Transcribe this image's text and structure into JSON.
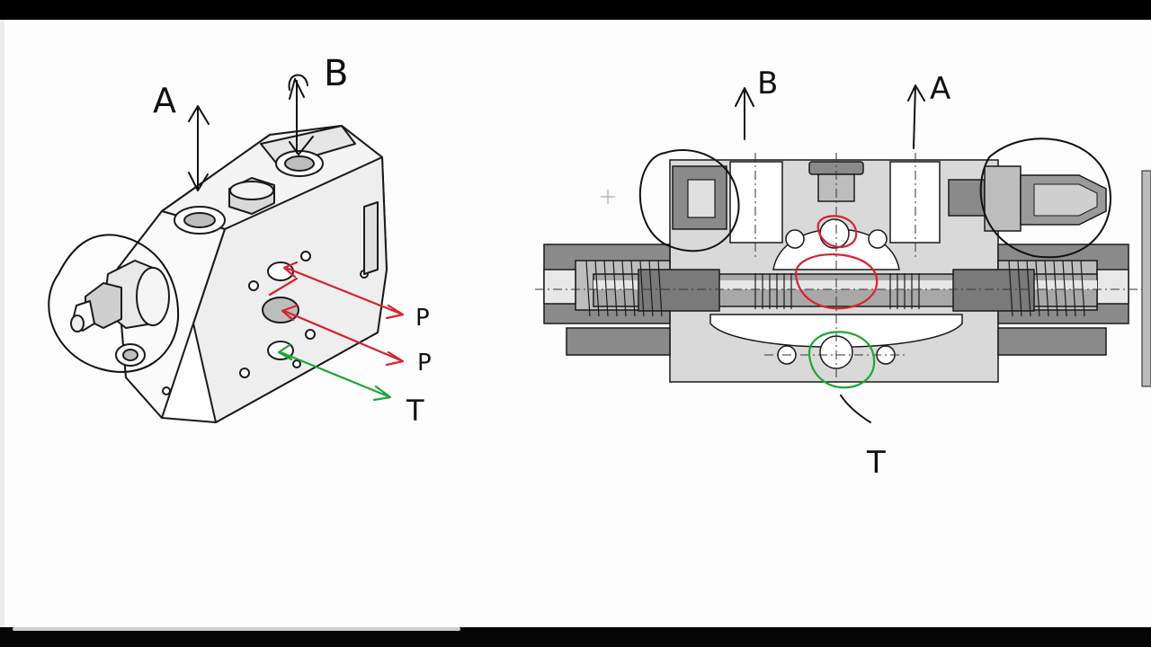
{
  "labels": {
    "left_a": "A",
    "left_b": "B",
    "left_p1": "P",
    "left_p2": "P",
    "left_t": "T",
    "right_b": "B",
    "right_a": "A",
    "right_t": "T"
  },
  "colors": {
    "pressure_ink": "#d7222e",
    "tank_ink": "#1aa836",
    "pen_ink": "#111111",
    "body_gray": "#d9d9d9",
    "dark_gray": "#8a8a8a"
  }
}
